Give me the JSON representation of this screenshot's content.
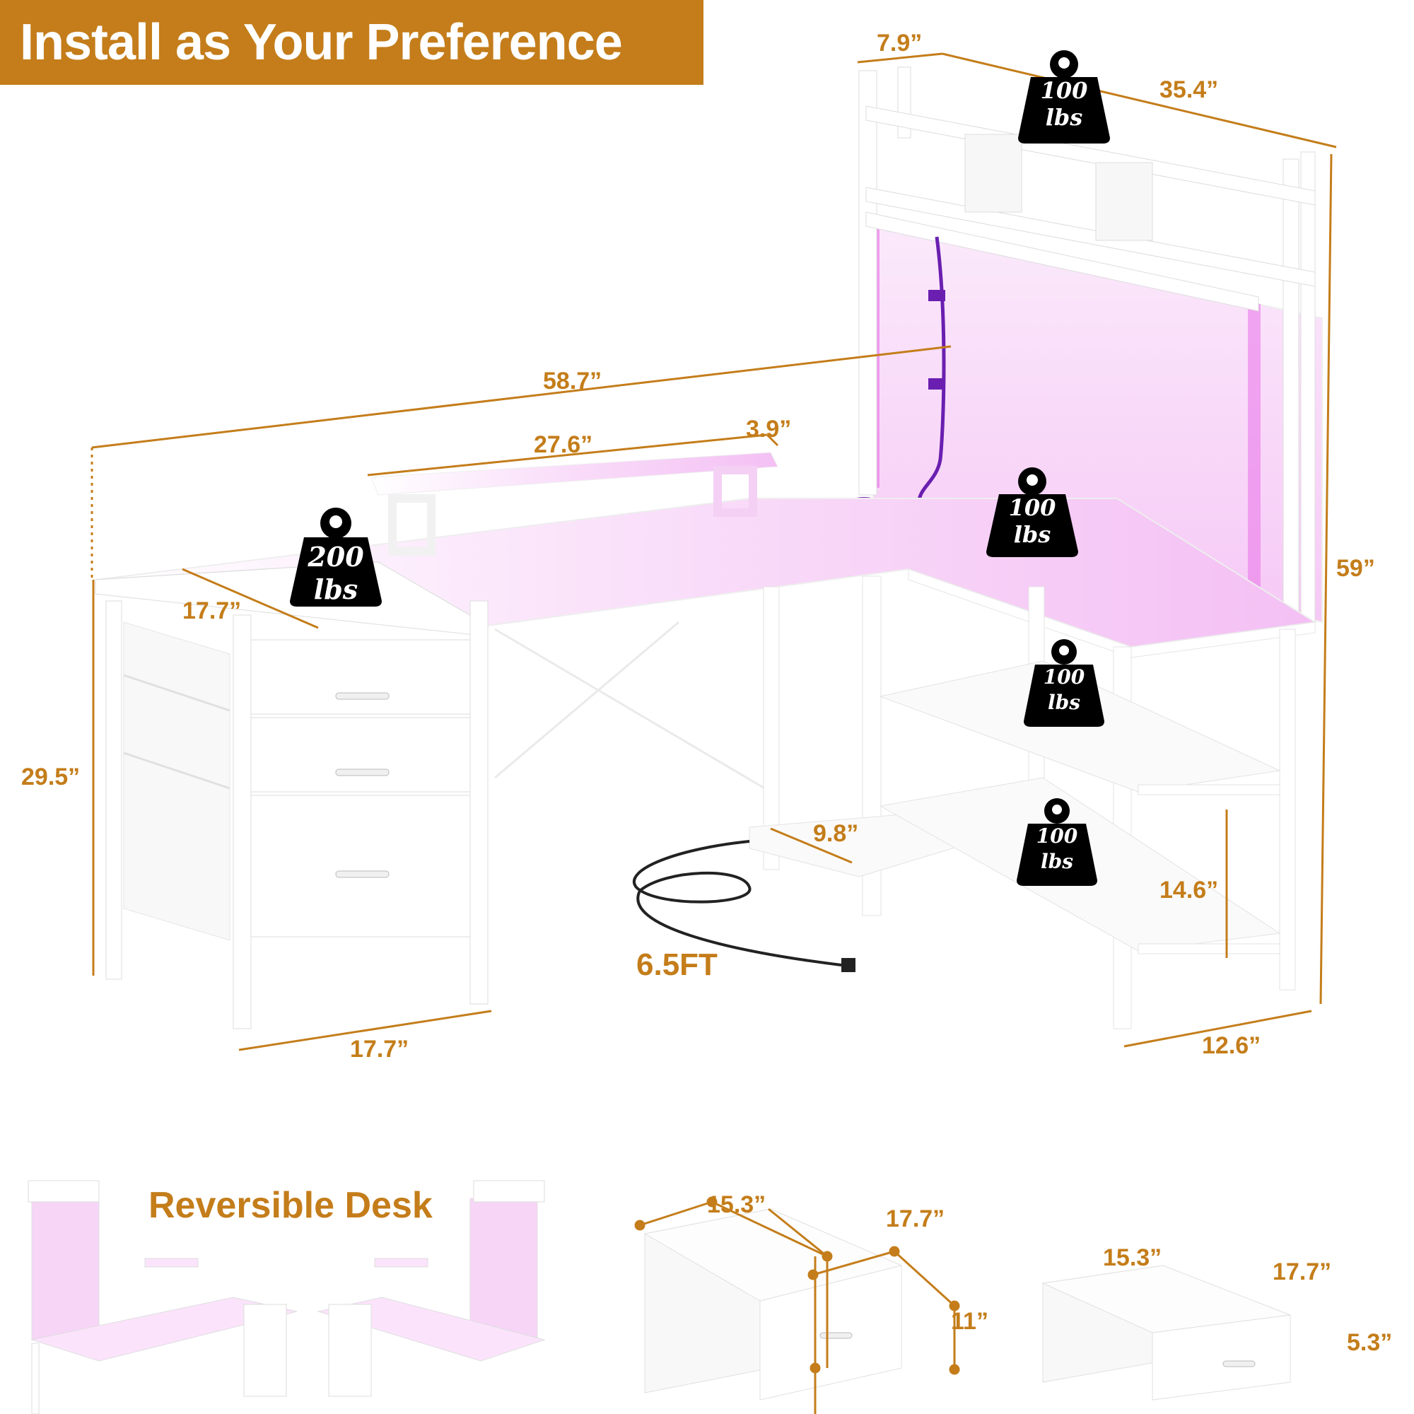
{
  "header": {
    "title": "Install as Your Preference"
  },
  "colors": {
    "accent": "#c47d1a",
    "led_pink": "#f2a8f2",
    "weight_black": "#000000",
    "furniture_white": "#ffffff",
    "cable_purple": "#6a1fb0"
  },
  "main_desk": {
    "dimensions": {
      "hutch_depth": "7.9”",
      "hutch_width": "35.4”",
      "total_height": "59”",
      "desk_length": "58.7”",
      "monitor_stand_length": "27.6”",
      "monitor_stand_depth": "3.9”",
      "cabinet_depth": "17.7”",
      "desk_height": "29.5”",
      "cabinet_width": "17.7”",
      "footrest_depth": "9.8”",
      "shelf_spacing": "14.6”",
      "side_shelf_depth": "12.6”",
      "cord_length": "6.5FT"
    },
    "weight_badges": [
      {
        "id": "hutch-top",
        "value": "100",
        "unit": "lbs"
      },
      {
        "id": "cabinet-top",
        "value": "200",
        "unit": "lbs"
      },
      {
        "id": "corner-desk",
        "value": "100",
        "unit": "lbs"
      },
      {
        "id": "upper-shelf",
        "value": "100",
        "unit": "lbs"
      },
      {
        "id": "lower-shelf",
        "value": "100",
        "unit": "lbs"
      }
    ]
  },
  "reversible": {
    "title": "Reversible Desk"
  },
  "drawers": {
    "large": {
      "width": "15.3”",
      "depth": "17.7”",
      "height": "11”"
    },
    "small": {
      "width": "15.3”",
      "depth": "17.7”",
      "height": "5.3”"
    }
  }
}
